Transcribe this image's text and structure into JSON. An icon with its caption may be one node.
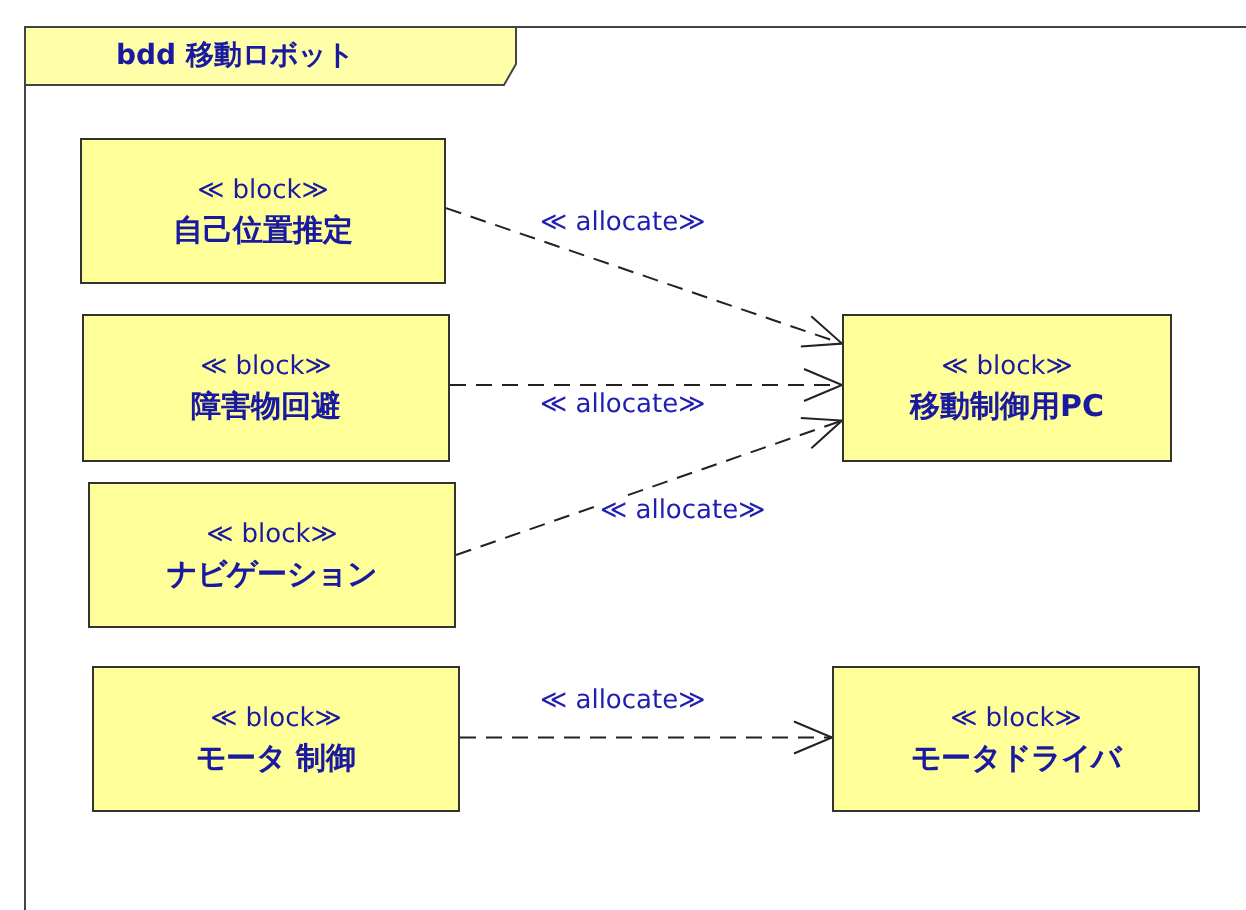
{
  "diagram": {
    "nodes": [
      {
        "text": [
          "bdd 移動ロボット"
        ]
      },
      {
        "text": [
          "≪ block≫",
          "自己位置推定"
        ],
        "in": 0
      },
      {
        "text": [
          "≪ block≫",
          "障害物回避"
        ],
        "in": 0
      },
      {
        "text": [
          "≪ block≫",
          "移動制御用PC"
        ],
        "in": 0
      },
      {
        "text": [
          "≪ block≫",
          "ナビゲーション"
        ],
        "in": 0
      },
      {
        "text": [
          "≪ block≫",
          "モータ 制御"
        ],
        "in": 0
      },
      {
        "text": [
          "≪ block≫",
          "モータドライバ"
        ],
        "in": 0
      }
    ],
    "edges": [
      {
        "from": 1,
        "to": 3,
        "arrow": "to",
        "label": "≪ allocate≫",
        "style": "dashed"
      },
      {
        "from": 2,
        "to": 3,
        "arrow": "to",
        "label": "≪ allocate≫",
        "style": "dashed"
      },
      {
        "from": 4,
        "to": 3,
        "arrow": "to",
        "label": "≪ allocate≫",
        "style": "dashed"
      },
      {
        "from": 5,
        "to": 6,
        "arrow": "to",
        "label": "≪ allocate≫",
        "style": "dashed"
      }
    ]
  }
}
